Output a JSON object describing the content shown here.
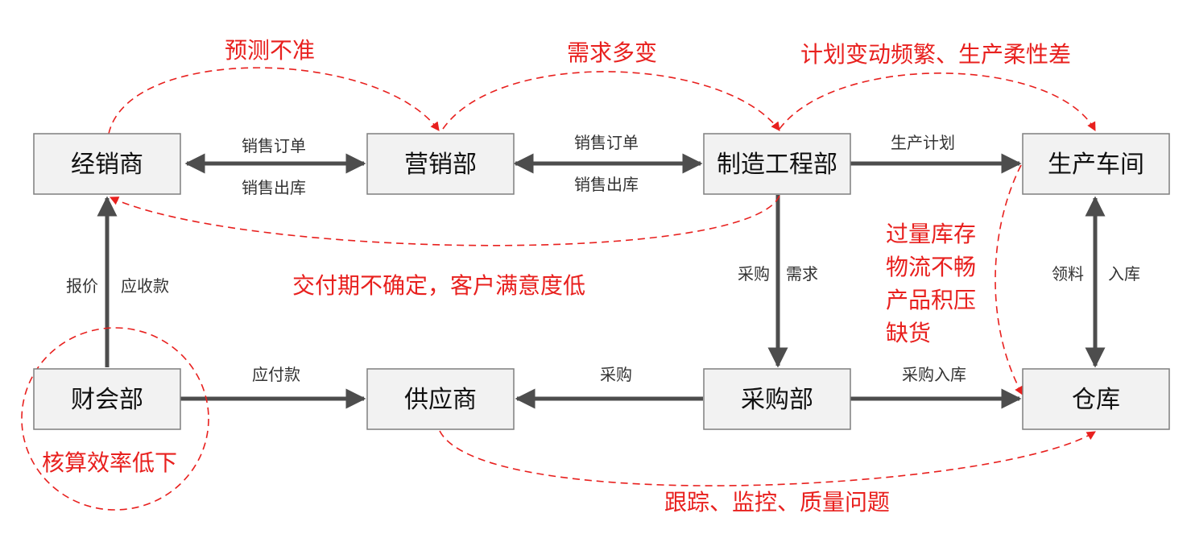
{
  "nodes": {
    "dealer": "经销商",
    "marketing": "营销部",
    "manufacturing": "制造工程部",
    "workshop": "生产车间",
    "finance": "财会部",
    "supplier": "供应商",
    "purchasing": "采购部",
    "warehouse": "仓库"
  },
  "edges": {
    "dealer_marketing_top": "销售订单",
    "dealer_marketing_bottom": "销售出库",
    "marketing_mfg_top": "销售订单",
    "marketing_mfg_bottom": "销售出库",
    "mfg_workshop": "生产计划",
    "finance_dealer_left": "报价",
    "finance_dealer_right": "应收款",
    "mfg_purchasing_left": "采购",
    "mfg_purchasing_right": "需求",
    "workshop_warehouse_left": "领料",
    "workshop_warehouse_right": "入库",
    "finance_supplier": "应付款",
    "purchasing_supplier": "采购",
    "purchasing_warehouse": "采购入库"
  },
  "issues": {
    "forecast": "预测不准",
    "demand": "需求多变",
    "plan": "计划变动频繁、生产柔性差",
    "delivery": "交付期不确定，客户满意度低",
    "inventory": [
      "过量库存",
      "物流不畅",
      "产品积压",
      "缺货"
    ],
    "accounting": "核算效率低下",
    "tracking": "跟踪、监控、质量问题"
  },
  "colors": {
    "box_fill": "#f2f2f2",
    "box_stroke": "#7f7f7f",
    "arrow": "#4d4d4d",
    "issue": "#e8201e"
  }
}
